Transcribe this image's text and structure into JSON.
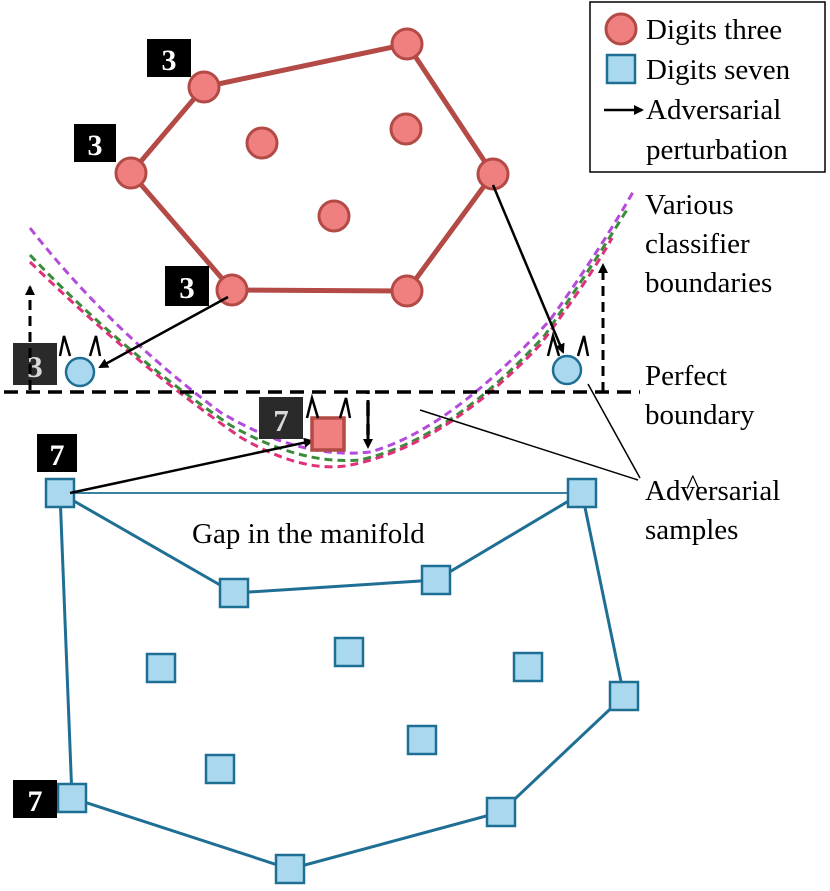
{
  "legend": {
    "three_label": "Digits three",
    "seven_label": "Digits seven",
    "arrow_label_line1": "Adversarial",
    "arrow_label_line2": "perturbation"
  },
  "annotations": {
    "classifier_line1": "Various",
    "classifier_line2": "classifier",
    "classifier_line3": "boundaries",
    "perfect_line1": "Perfect",
    "perfect_line2": "boundary",
    "adv_line1": "Adversarial",
    "adv_line2": "samples",
    "hat_mark": "^",
    "gap_label": "Gap in the manifold"
  },
  "digit_glyphs": {
    "three": "3",
    "seven": "7"
  },
  "colors": {
    "three_fill": "#f08080",
    "three_stroke": "#b34a46",
    "seven_fill": "#a9d8ef",
    "seven_stroke": "#1f6f95",
    "boundary_purple": "#b44bdb",
    "boundary_green": "#3a8c3a",
    "boundary_pink": "#e0307a"
  }
}
